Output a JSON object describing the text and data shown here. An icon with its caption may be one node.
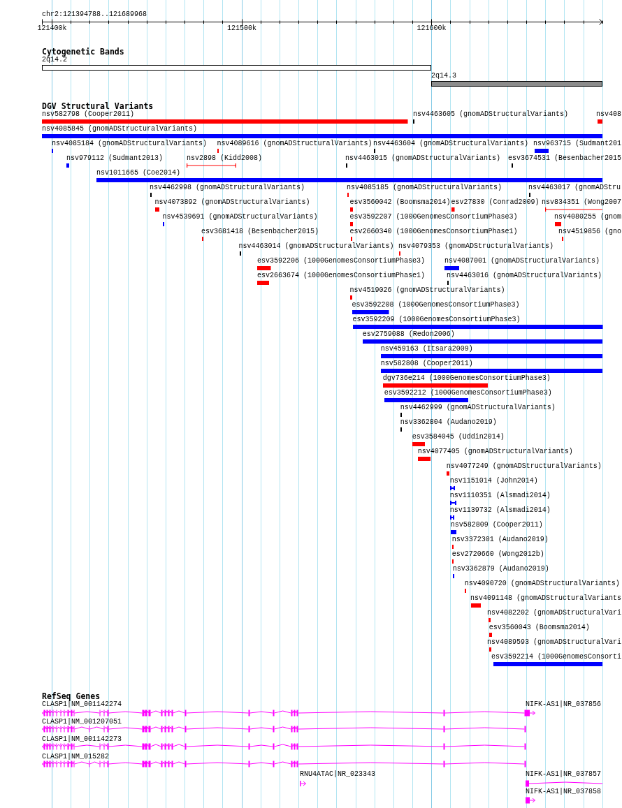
{
  "diagram": {
    "nodes": [
      {
        "text": [
          "2q14.2"
        ]
      },
      {
        "text": [
          "2q14.3"
        ]
      },
      {
        "text": [
          "nsv582798 (Cooper2011)"
        ]
      },
      {
        "text": [
          "nsv4463605 (gnomADStructuralVariants)"
        ]
      },
      {
        "text": [
          "nsv408"
        ]
      },
      {
        "text": [
          "nsv4085845 (gnomADStructuralVariants)"
        ]
      },
      {
        "text": [
          "nsv4085184 (gnomADStructuralVariants)"
        ]
      },
      {
        "text": [
          "nsv4089616 (gnomADStructuralVariants)"
        ]
      },
      {
        "text": [
          "nsv4463604 (gnomADStructuralVariants)"
        ]
      },
      {
        "text": [
          "nsv963715 (Sudmant201"
        ]
      },
      {
        "text": [
          "nsv979112 (Sudmant2013)"
        ]
      },
      {
        "text": [
          "nsv2898 (Kidd2008)"
        ]
      },
      {
        "text": [
          "nsv4463015 (gnomADStructuralVariants)"
        ]
      },
      {
        "text": [
          "esv3674531 (Besenbacher2015"
        ]
      },
      {
        "text": [
          "nsv1011665 (Coe2014)"
        ]
      },
      {
        "text": [
          "nsv4462998 (gnomADStructuralVariants)"
        ]
      },
      {
        "text": [
          "nsv4085185 (gnomADStructuralVariants)"
        ]
      },
      {
        "text": [
          "nsv4463017 (gnomADStru"
        ]
      },
      {
        "text": [
          "nsv4073892 (gnomADStructuralVariants)"
        ]
      },
      {
        "text": [
          "esv3560042 (Boomsma2014)"
        ]
      },
      {
        "text": [
          "esv27830 (Conrad2009)"
        ]
      },
      {
        "text": [
          "nsv834351 (Wong2007"
        ]
      },
      {
        "text": [
          "nsv4539691 (gnomADStructuralVariants)"
        ]
      },
      {
        "text": [
          "esv3592207 (1000GenomesConsortiumPhase3)"
        ]
      },
      {
        "text": [
          "nsv4080255 (gnom"
        ]
      },
      {
        "text": [
          "esv3681418 (Besenbacher2015)"
        ]
      },
      {
        "text": [
          "esv2660340 (1000GenomesConsortiumPhase1)"
        ]
      },
      {
        "text": [
          "nsv4519856 (gno"
        ]
      },
      {
        "text": [
          "nsv4463014 (gnomADStructuralVariants)"
        ]
      },
      {
        "text": [
          "nsv4079353 (gnomADStructuralVariants)"
        ]
      },
      {
        "text": [
          "esv3592206 (1000GenomesConsortiumPhase3)"
        ]
      },
      {
        "text": [
          "nsv4087001 (gnomADStructuralVariants)"
        ]
      },
      {
        "text": [
          "esv2663674 (1000GenomesConsortiumPhase1)"
        ]
      },
      {
        "text": [
          "nsv4463016 (gnomADStructuralVariants)"
        ]
      },
      {
        "text": [
          "nsv4519026 (gnomADStructuralVariants)"
        ]
      },
      {
        "text": [
          "esv3592208 (1000GenomesConsortiumPhase3)"
        ]
      },
      {
        "text": [
          "esv3592209 (1000GenomesConsortiumPhase3)"
        ]
      },
      {
        "text": [
          "esv2759088 (Redon2006)"
        ]
      },
      {
        "text": [
          "nsv459163 (Itsara2009)"
        ]
      },
      {
        "text": [
          "nsv582808 (Cooper2011)"
        ]
      },
      {
        "text": [
          "dgv736e214 (1000GenomesConsortiumPhase3)"
        ]
      },
      {
        "text": [
          "esv3592212 (1000GenomesConsortiumPhase3)"
        ]
      },
      {
        "text": [
          "nsv4462999 (gnomADStructuralVariants)"
        ]
      },
      {
        "text": [
          "nsv3362804 (Audano2019)"
        ]
      },
      {
        "text": [
          "esv3584045 (Uddin2014)"
        ]
      },
      {
        "text": [
          "nsv4077405 (gnomADStructuralVariants)"
        ]
      },
      {
        "text": [
          "nsv4077249 (gnomADStructuralVariants)"
        ]
      },
      {
        "text": [
          "nsv1151014 (John2014)"
        ]
      },
      {
        "text": [
          "nsv1110351 (Alsmadi2014)"
        ]
      },
      {
        "text": [
          "nsv1139732 (Alsmadi2014)"
        ]
      },
      {
        "text": [
          "nsv582809 (Cooper2011)"
        ]
      },
      {
        "text": [
          "nsv3372301 (Audano2019)"
        ]
      },
      {
        "text": [
          "esv2720660 (Wong2012b)"
        ]
      },
      {
        "text": [
          "nsv3362879 (Audano2019)"
        ]
      },
      {
        "text": [
          "nsv4090720 (gnomADStructuralVariants)"
        ]
      },
      {
        "text": [
          "nsv4091148 (gnomADStructuralVariants"
        ]
      },
      {
        "text": [
          "nsv4082202 (gnomADStructuralVari"
        ]
      },
      {
        "text": [
          "esv3560043 (Boomsma2014)"
        ]
      },
      {
        "text": [
          "nsv4089593 (gnomADStructuralVari"
        ]
      },
      {
        "text": [
          "esv3592214 (1000GenomesConsorti"
        ]
      },
      {
        "text": [
          "CLASP1|NM_001142274"
        ]
      },
      {
        "text": [
          "NIFK-AS1|NR_037856"
        ]
      },
      {
        "text": [
          "CLASP1|NM_001207051"
        ]
      },
      {
        "text": [
          "CLASP1|NM_001142273"
        ]
      },
      {
        "text": [
          "CLASP1|NM_015282"
        ]
      },
      {
        "text": [
          "RNU4ATAC|NR_023343"
        ]
      },
      {
        "text": [
          "NIFK-AS1|NR_037857"
        ]
      },
      {
        "text": [
          "NIFK-AS1|NR_037858"
        ]
      }
    ],
    "labels": [
      "chr2:121394788..121689968",
      "121400k",
      "121500k",
      "121600k",
      "Cytogenetic Bands",
      "DGV Structural Variants",
      "RefSeq Genes"
    ]
  }
}
